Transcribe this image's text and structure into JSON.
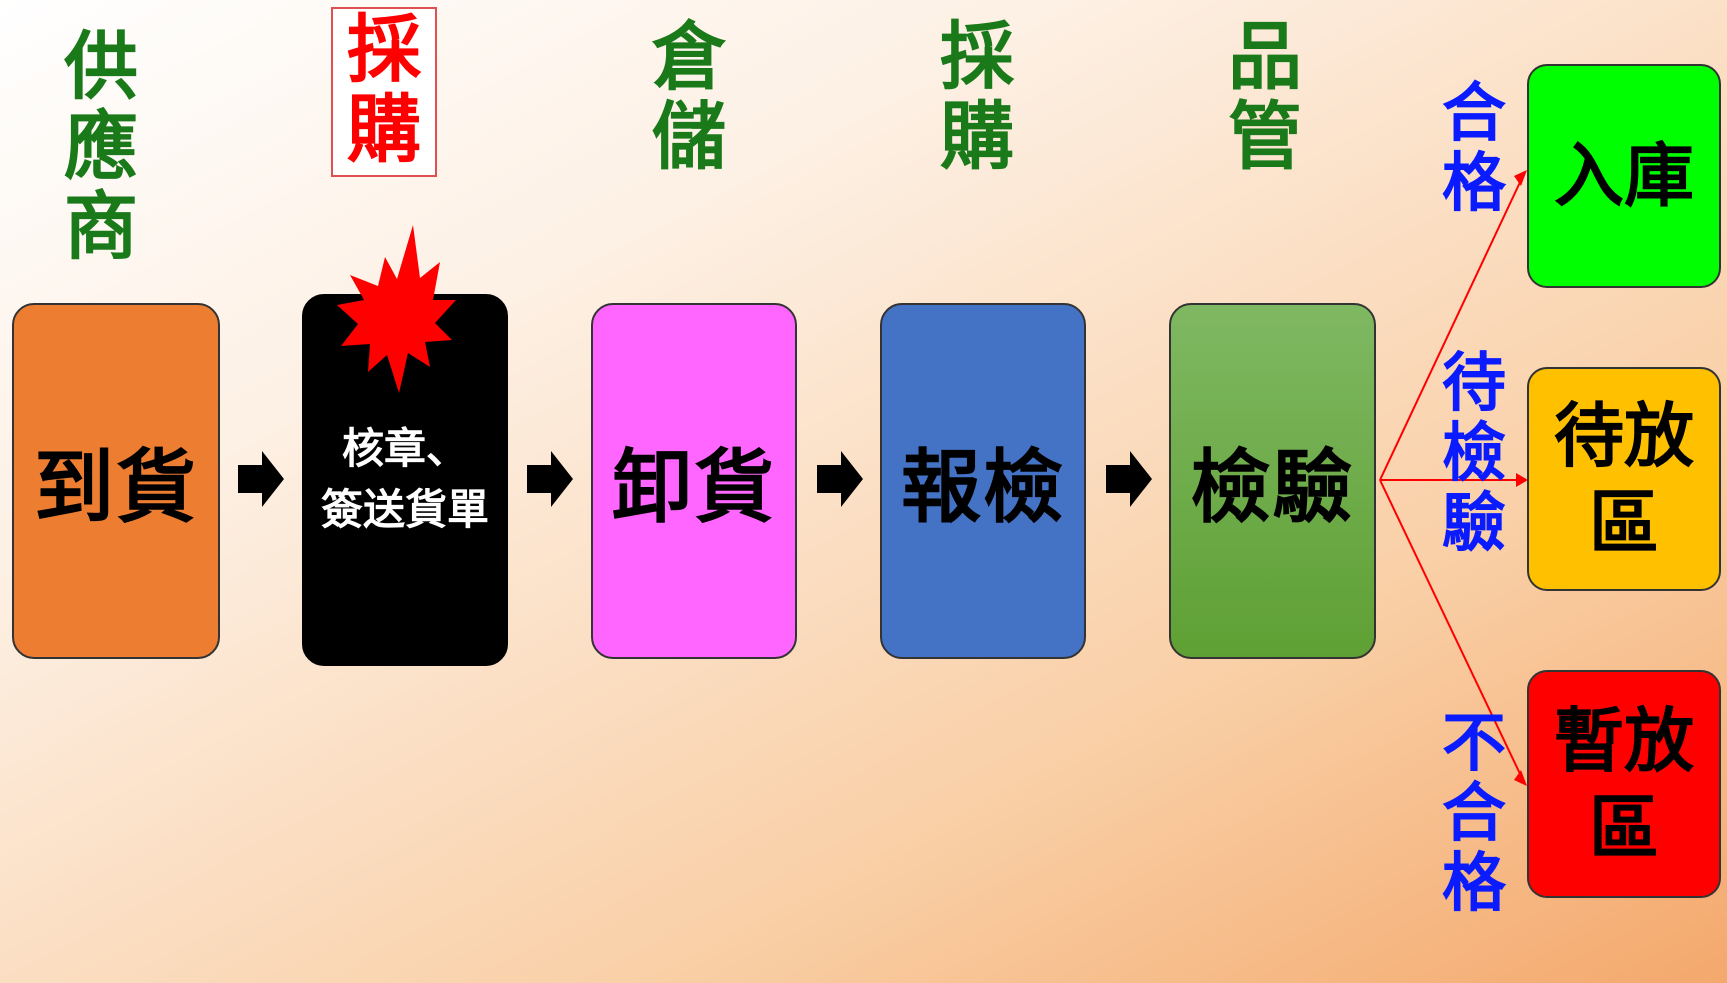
{
  "roles": [
    {
      "id": "supplier",
      "text": [
        "供",
        "應",
        "商"
      ]
    },
    {
      "id": "purchasing-highlight",
      "text": [
        "採",
        "購"
      ]
    },
    {
      "id": "warehouse",
      "text": [
        "倉",
        "儲"
      ]
    },
    {
      "id": "purchasing",
      "text": [
        "採",
        "購"
      ]
    },
    {
      "id": "quality-control",
      "text": [
        "品",
        "管"
      ]
    }
  ],
  "steps": [
    {
      "id": "arrival",
      "label": "到貨",
      "color": "#ed7d31"
    },
    {
      "id": "approve-send",
      "label_line1": "核章、",
      "label_line2": "簽送貨單",
      "color": "#000000"
    },
    {
      "id": "unloading",
      "label": "卸貨",
      "color": "#ff66ff"
    },
    {
      "id": "report-inspection",
      "label": "報檢",
      "color": "#4472c4"
    },
    {
      "id": "inspection",
      "label": "檢驗",
      "color": "#70ad47"
    }
  ],
  "branches": [
    {
      "id": "pass",
      "text": [
        "合",
        "格"
      ]
    },
    {
      "id": "pending",
      "text": [
        "待",
        "檢",
        "驗"
      ]
    },
    {
      "id": "fail",
      "text": [
        "不",
        "合",
        "格"
      ]
    }
  ],
  "outcomes": [
    {
      "id": "stock-in",
      "label": "入庫",
      "color": "#00ff00"
    },
    {
      "id": "waiting-area",
      "label_line1": "待放",
      "label_line2": "區",
      "color": "#ffc000"
    },
    {
      "id": "holding-area",
      "label_line1": "暫放",
      "label_line2": "區",
      "color": "#ff0000"
    }
  ]
}
